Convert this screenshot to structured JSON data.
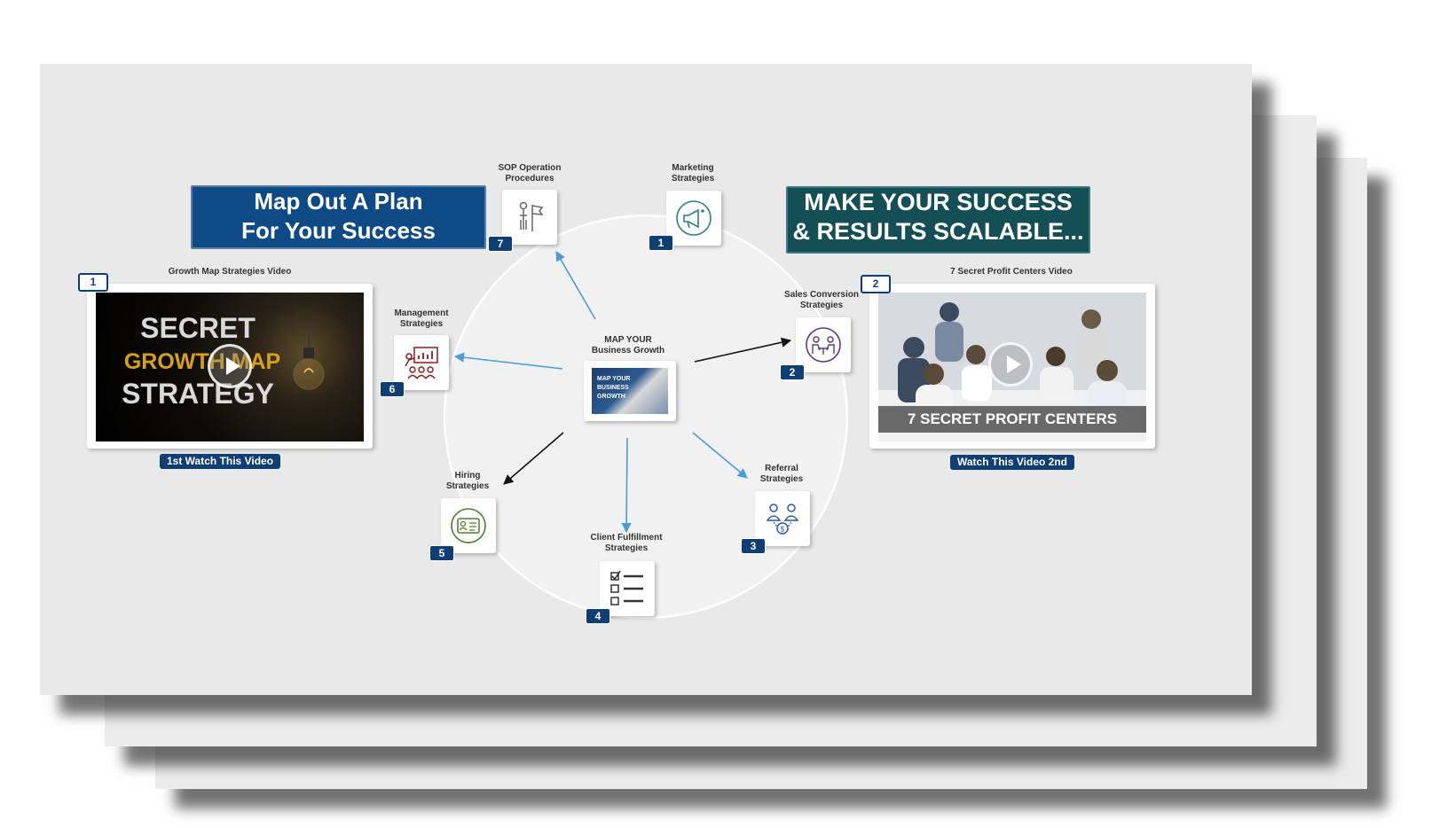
{
  "title_left": {
    "line1": "Map Out A Plan",
    "line2": "For Your Success"
  },
  "title_right": {
    "line1": "MAKE YOUR SUCCESS",
    "line2": "& RESULTS SCALABLE..."
  },
  "center": {
    "label_line1": "MAP YOUR",
    "label_line2": "Business Growth",
    "thumb_text": "MAP YOUR BUSINESS GROWTH"
  },
  "nodes": [
    {
      "number": "1",
      "line1": "Marketing",
      "line2": "Strategies",
      "icon": "megaphone-icon"
    },
    {
      "number": "2",
      "line1": "Sales Conversion",
      "line2": "Strategies",
      "icon": "meeting-icon"
    },
    {
      "number": "3",
      "line1": "Referral",
      "line2": "Strategies",
      "icon": "referral-money-icon"
    },
    {
      "number": "4",
      "line1": "Client Fulfillment",
      "line2": "Strategies",
      "icon": "checklist-icon"
    },
    {
      "number": "5",
      "line1": "Hiring",
      "line2": "Strategies",
      "icon": "id-card-icon"
    },
    {
      "number": "6",
      "line1": "Management",
      "line2": "Strategies",
      "icon": "presentation-icon"
    },
    {
      "number": "7",
      "line1": "SOP Operation",
      "line2": "Procedures",
      "icon": "flag-person-icon"
    }
  ],
  "video_left": {
    "caption": "Growth Map Strategies Video",
    "number": "1",
    "line1": "SECRET",
    "line2": "GROWTH MAP",
    "line3": "STRATEGY",
    "watch": "1st Watch This Video"
  },
  "video_right": {
    "caption": "7 Secret Profit Centers Video",
    "number": "2",
    "banner": "7 SECRET PROFIT CENTERS",
    "watch": "Watch This Video 2nd"
  },
  "colors": {
    "navy": "#0e3e73",
    "title_blue": "#0e4a86",
    "title_teal": "#134f55",
    "arrow_blue": "#4a9bd8"
  }
}
